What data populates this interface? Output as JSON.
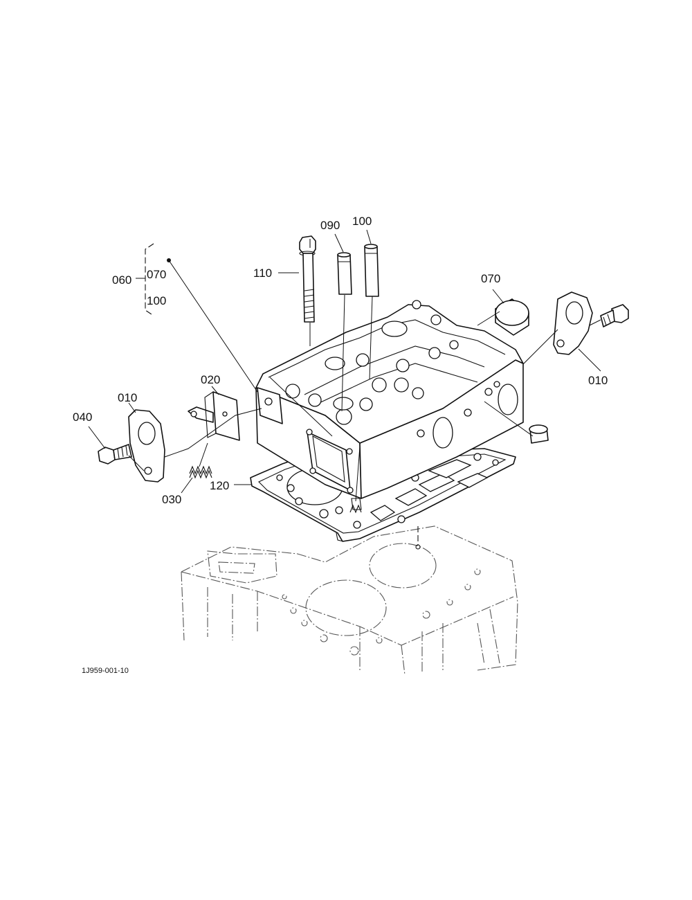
{
  "callouts": {
    "p010_left": "010",
    "p010_right": "010",
    "p020": "020",
    "p030": "030",
    "p040": "040",
    "p060": "060",
    "p070_kit": "070",
    "p070": "070",
    "p090": "090",
    "p100_kit": "100",
    "p100": "100",
    "p110": "110",
    "p120": "120"
  },
  "drawing_number": "1J959-001-10"
}
